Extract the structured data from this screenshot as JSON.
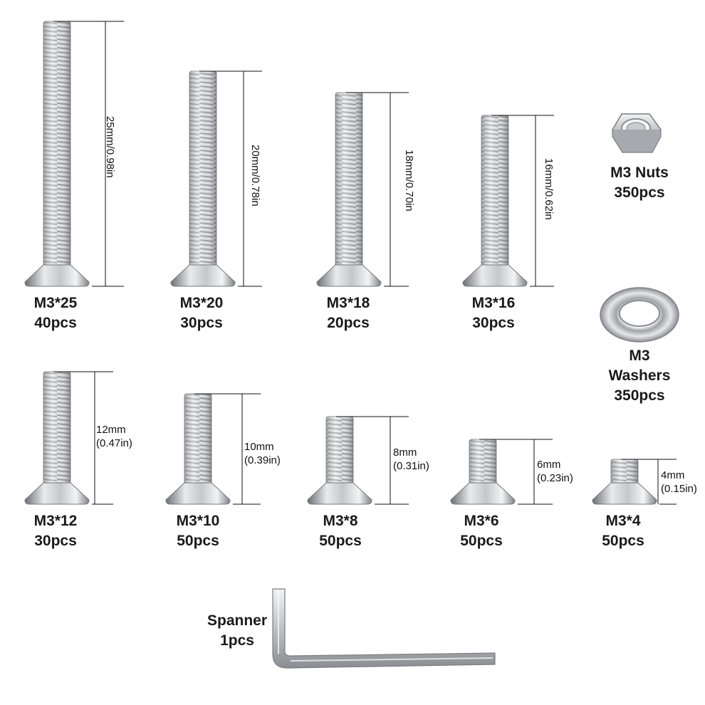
{
  "screws": [
    {
      "name": "M3*25",
      "qty": "40pcs",
      "dim": "25mm/0.98in"
    },
    {
      "name": "M3*20",
      "qty": "30pcs",
      "dim": "20mm/0.78in"
    },
    {
      "name": "M3*18",
      "qty": "20pcs",
      "dim": "18mm/0.70in"
    },
    {
      "name": "M3*16",
      "qty": "30pcs",
      "dim": "16mm/0.62in"
    },
    {
      "name": "M3*12",
      "qty": "30pcs",
      "dim_mm": "12mm",
      "dim_in": "(0.47in)"
    },
    {
      "name": "M3*10",
      "qty": "50pcs",
      "dim_mm": "10mm",
      "dim_in": "(0.39in)"
    },
    {
      "name": "M3*8",
      "qty": "50pcs",
      "dim_mm": "8mm",
      "dim_in": "(0.31in)"
    },
    {
      "name": "M3*6",
      "qty": "50pcs",
      "dim_mm": "6mm",
      "dim_in": "(0.23in)"
    },
    {
      "name": "M3*4",
      "qty": "50pcs",
      "dim_mm": "4mm",
      "dim_in": "(0.15in)"
    }
  ],
  "nuts": {
    "line1": "M3 Nuts",
    "line2": "350pcs"
  },
  "washers": {
    "line1": "M3",
    "line2": "Washers",
    "line3": "350pcs"
  },
  "spanner": {
    "line1": "Spanner",
    "line2": "1pcs"
  }
}
